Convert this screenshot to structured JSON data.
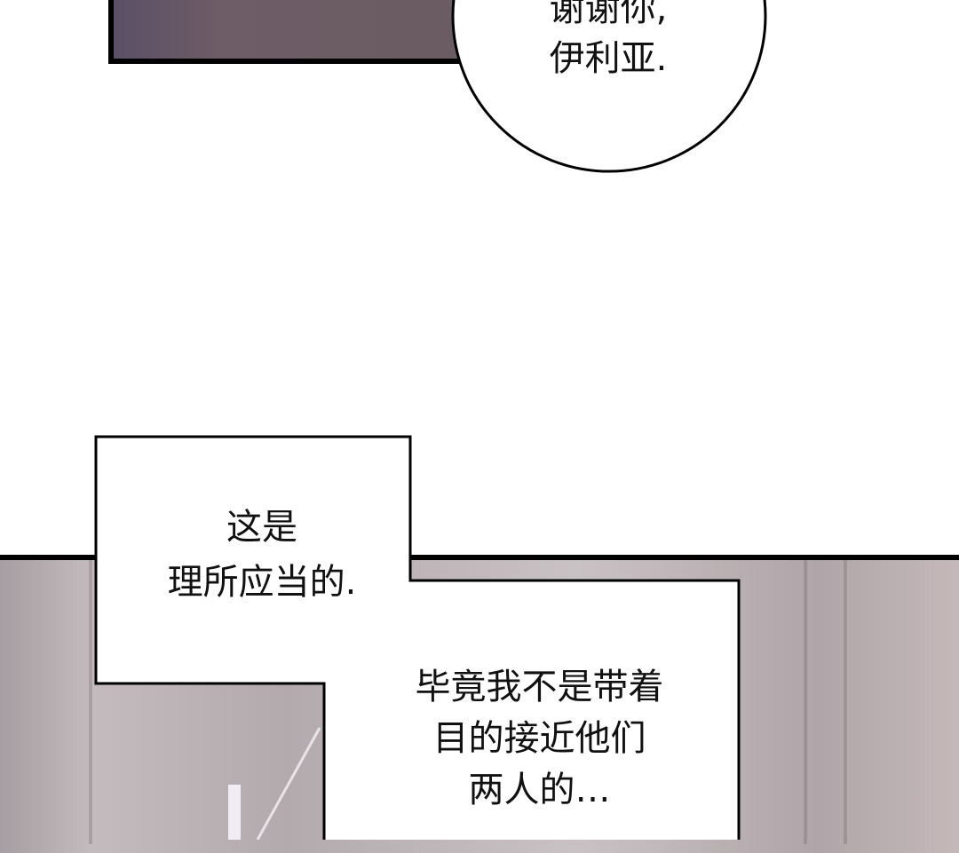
{
  "speech_bubble": {
    "lines": [
      "谢谢你,",
      "伊利亚."
    ]
  },
  "caption_box": {
    "upper_lines": [
      "这是",
      "理所应当的."
    ],
    "lower_lines": [
      "毕竟我不是带着",
      "目的接近他们",
      "两人的…"
    ]
  },
  "colors": {
    "panel_dark": "#6a5c66",
    "panel_light": "#bfb6b9",
    "border": "#000000"
  }
}
